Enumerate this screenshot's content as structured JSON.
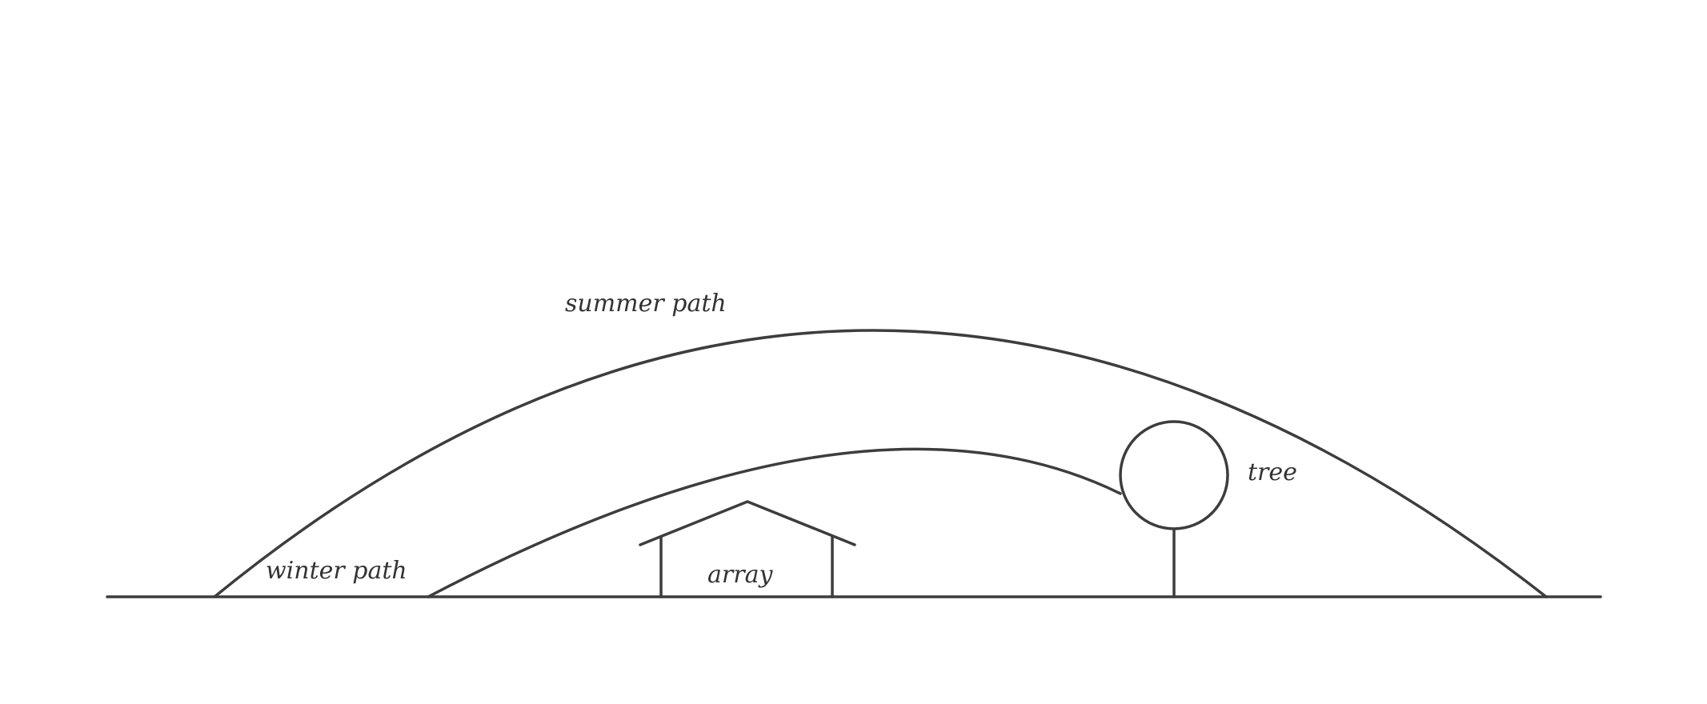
{
  "labels": {
    "summer_path": "summer path",
    "winter_path": "winter path",
    "array": "array",
    "tree": "tree"
  },
  "colors": {
    "line": "#3d3d3d",
    "text": "#333333",
    "background": "#ffffff"
  }
}
